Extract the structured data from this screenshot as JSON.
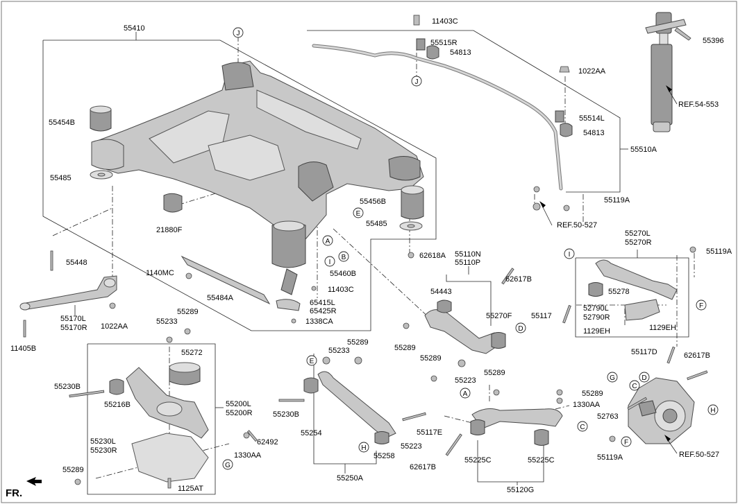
{
  "labels": {
    "p55410": "55410",
    "p11403C_top": "11403C",
    "p55515R": "55515R",
    "p54813_top": "54813",
    "p55396": "55396",
    "p1022AA_top": "1022AA",
    "p55514L": "55514L",
    "p54813_mid": "54813",
    "pREF54553": "REF.54-553",
    "p55510A": "55510A",
    "p55454B": "55454B",
    "p55485_left": "55485",
    "p21880F": "21880F",
    "p55456B": "55456B",
    "p55485_right": "55485",
    "p55119A_top": "55119A",
    "pREF50527_top": "REF.50-527",
    "p55270L": "55270L",
    "p55270R": "55270R",
    "p55119A_right": "55119A",
    "p55448": "55448",
    "p62618A": "62618A",
    "p55110N": "55110N",
    "p55110P": "55110P",
    "p1140MC": "1140MC",
    "p55460B": "55460B",
    "p62617B_top": "62617B",
    "p54443": "54443",
    "p55278": "55278",
    "p11403C_mid": "11403C",
    "p55484A": "55484A",
    "p65415L": "65415L",
    "p65425R": "65425R",
    "p1338CA": "1338CA",
    "p55270F": "55270F",
    "p52790L": "52790L",
    "p52790R": "52790R",
    "p55117_right": "55117",
    "p1129EH_a": "1129EH",
    "p1129EH_b": "1129EH",
    "p55170L": "55170L",
    "p55170R": "55170R",
    "p1022AA_bot": "1022AA",
    "p55233_top": "55233",
    "p55289_a": "55289",
    "p11405B": "11405B",
    "p55289_b": "55289",
    "p55117D": "55117D",
    "p62617B_right": "62617B",
    "p55272": "55272",
    "p55289_c": "55289",
    "p55233_mid": "55233",
    "p55289_d": "55289",
    "p55223_top": "55223",
    "p55230B_left": "55230B",
    "p55216B": "55216B",
    "p55200L": "55200L",
    "p55200R": "55200R",
    "p55289_e": "55289",
    "p55289_f": "55289",
    "p1330AA_right": "1330AA",
    "p52763": "52763",
    "p55230B_mid": "55230B",
    "p55117E": "55117E",
    "p55254": "55254",
    "p55223_bot": "55223",
    "p55230L": "55230L",
    "p55230R": "55230R",
    "p62492": "62492",
    "p1330AA_left": "1330AA",
    "p55258": "55258",
    "p55225C_a": "55225C",
    "p55225C_b": "55225C",
    "p62617B_bot": "62617B",
    "p55119A_bot": "55119A",
    "pREF50527_bot": "REF.50-527",
    "p55289_g": "55289",
    "p55250A": "55250A",
    "p55120G": "55120G",
    "p1125AT": "1125AT",
    "fr": "FR."
  },
  "callouts": {
    "J": "J",
    "A": "A",
    "B": "B",
    "C": "C",
    "D": "D",
    "E": "E",
    "F": "F",
    "G": "G",
    "H": "H",
    "I": "I"
  }
}
